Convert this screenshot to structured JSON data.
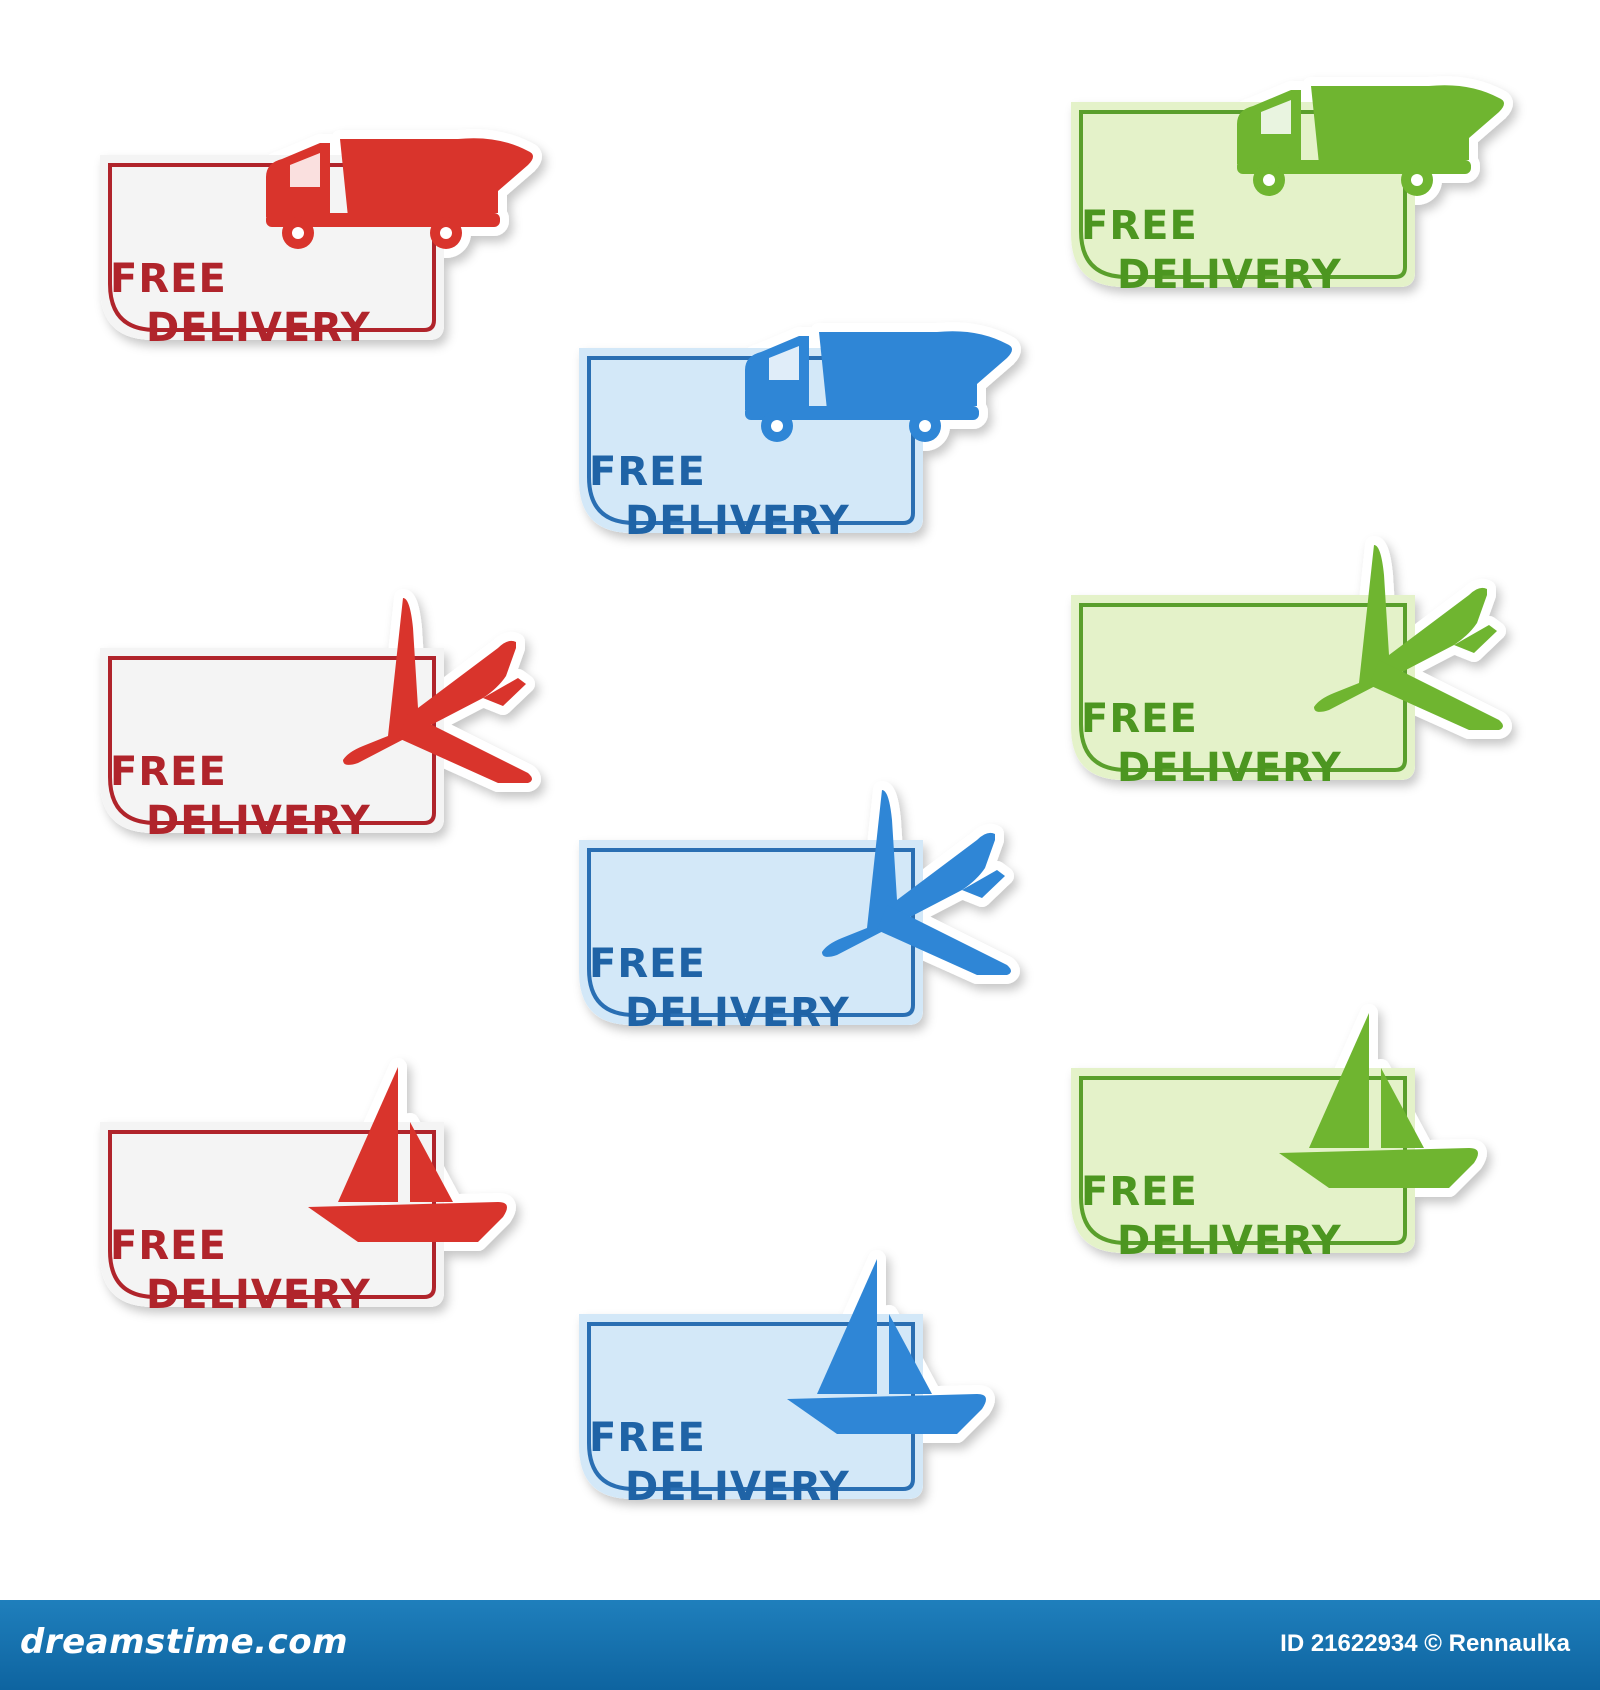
{
  "stickers": [
    {
      "id": "red-truck",
      "color": "red",
      "icon": "truck-icon",
      "line1": "FREE",
      "line2": "DELIVERY"
    },
    {
      "id": "red-plane",
      "color": "red",
      "icon": "airplane-icon",
      "line1": "FREE",
      "line2": "DELIVERY"
    },
    {
      "id": "red-boat",
      "color": "red",
      "icon": "sailboat-icon",
      "line1": "FREE",
      "line2": "DELIVERY"
    },
    {
      "id": "blue-truck",
      "color": "blue",
      "icon": "truck-icon",
      "line1": "FREE",
      "line2": "DELIVERY"
    },
    {
      "id": "blue-plane",
      "color": "blue",
      "icon": "airplane-icon",
      "line1": "FREE",
      "line2": "DELIVERY"
    },
    {
      "id": "blue-boat",
      "color": "blue",
      "icon": "sailboat-icon",
      "line1": "FREE",
      "line2": "DELIVERY"
    },
    {
      "id": "green-truck",
      "color": "green",
      "icon": "truck-icon",
      "line1": "FREE",
      "line2": "DELIVERY"
    },
    {
      "id": "green-plane",
      "color": "green",
      "icon": "airplane-icon",
      "line1": "FREE",
      "line2": "DELIVERY"
    },
    {
      "id": "green-boat",
      "color": "green",
      "icon": "sailboat-icon",
      "line1": "FREE",
      "line2": "DELIVERY"
    }
  ],
  "colors": {
    "red": {
      "icon": "#d9342c",
      "border": "#b0242b",
      "fill": "#f4f4f4"
    },
    "blue": {
      "icon": "#2f86d6",
      "border": "#2a6fb3",
      "fill": "#d3e8f8"
    },
    "green": {
      "icon": "#6fb530",
      "border": "#5a9f2c",
      "fill": "#e4f2c9"
    }
  },
  "footer": {
    "brand": "dreamstime.com",
    "image_id": "ID 21622934 © Rennaulka",
    "background": "#1a76b5"
  }
}
